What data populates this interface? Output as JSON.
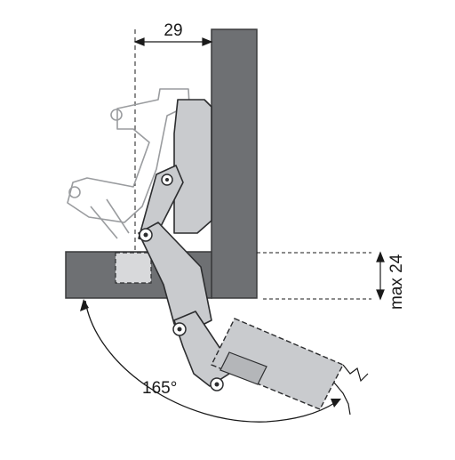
{
  "dimensions": {
    "overlay_width": "29",
    "max_height": "max 24",
    "opening_angle": "165°"
  },
  "colors": {
    "panel_fill": "#6e7073",
    "panel_stroke": "#3a3b3d",
    "hinge_fill": "#c9cbce",
    "hinge_stroke": "#2c2d2f",
    "ghost_stroke": "#9a9c9f",
    "line": "#1a1a1a"
  }
}
